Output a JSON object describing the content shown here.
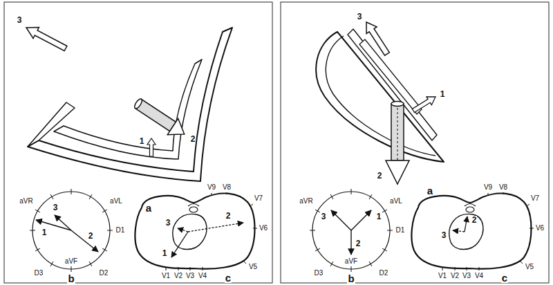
{
  "diagram": {
    "labels": [
      "3",
      "2",
      "1",
      "a",
      "aVR",
      "aVL",
      "3",
      "1",
      "2",
      "D1",
      "D3",
      "aVF",
      "D2",
      "b",
      "V9",
      "V8",
      "V7",
      "V6",
      "2",
      "V5",
      "3",
      "1",
      "V1",
      "V2",
      "V3",
      "V4",
      "c",
      "3",
      "1",
      "2",
      "a",
      "aVR",
      "aVL",
      "3",
      "1",
      "D1",
      "2",
      "D3",
      "aVF",
      "D2",
      "b",
      "V9",
      "V8",
      "V7",
      "2",
      "V6",
      "3",
      "V5",
      "V1",
      "V2",
      "V3",
      "V4",
      "c"
    ]
  }
}
